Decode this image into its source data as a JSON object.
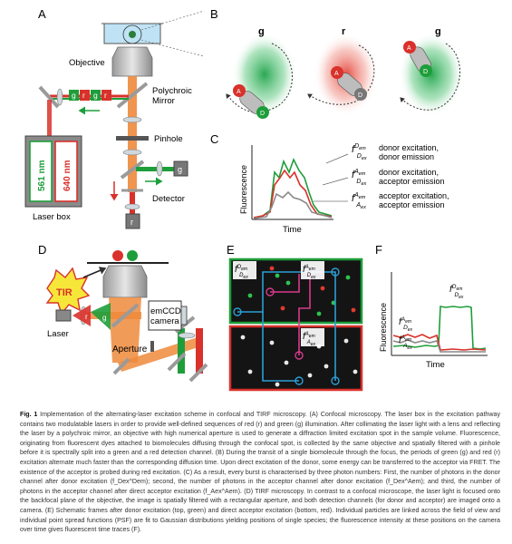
{
  "panels": {
    "A": {
      "letter": "A",
      "objective": "Objective",
      "polychroic": "Polychroic",
      "mirror": "Mirror",
      "pinhole": "Pinhole",
      "detector": "Detector",
      "laser_box": "Laser box",
      "laser_green": "561 nm",
      "laser_red": "640 nm",
      "pulse_g": "g",
      "pulse_r": "r",
      "det_g": "g",
      "det_r": "r"
    },
    "B": {
      "letter": "B",
      "frame1": "g",
      "frame2": "r",
      "frame3": "g",
      "acceptor": "A",
      "donor": "D"
    },
    "C": {
      "letter": "C",
      "ylabel": "Fluorescence",
      "xlabel": "Time",
      "legend": [
        {
          "sym": "f",
          "sup": "D",
          "supsub": "em",
          "sub": "D",
          "subsub": "ex",
          "line1": "donor excitation,",
          "line2": "donor emission"
        },
        {
          "sym": "f",
          "sup": "A",
          "supsub": "em",
          "sub": "D",
          "subsub": "ex",
          "line1": "donor excitation,",
          "line2": "acceptor emission"
        },
        {
          "sym": "f",
          "sup": "A",
          "supsub": "em",
          "sub": "A",
          "subsub": "ex",
          "line1": "acceptor excitation,",
          "line2": "acceptor emission"
        }
      ]
    },
    "D": {
      "letter": "D",
      "tir": "TIR",
      "laser": "Laser",
      "camera1": "emCCD",
      "camera2": "camera",
      "aperture": "Aperture",
      "pulse_r": "r",
      "pulse_g": "g"
    },
    "E": {
      "letter": "E",
      "lbl1": {
        "sym": "f",
        "sup": "D",
        "supsub": "em",
        "sub": "D",
        "subsub": "ex"
      },
      "lbl2": {
        "sym": "f",
        "sup": "A",
        "supsub": "em",
        "sub": "D",
        "subsub": "ex"
      },
      "lbl3": {
        "sym": "f",
        "sup": "A",
        "supsub": "em",
        "sub": "A",
        "subsub": "ex"
      }
    },
    "F": {
      "letter": "F",
      "ylabel": "Fluorescence",
      "xlabel": "Time",
      "lbl_dd": {
        "sym": "f",
        "sup": "D",
        "supsub": "em",
        "sub": "D",
        "subsub": "ex"
      },
      "lbl_da": {
        "sym": "f",
        "sup": "A",
        "supsub": "em",
        "sub": "D",
        "subsub": "ex"
      },
      "lbl_aa": {
        "sym": "f",
        "sup": "A",
        "supsub": "em",
        "sub": "A",
        "subsub": "ex"
      }
    }
  },
  "caption": {
    "label": "Fig. 1",
    "text": "Implementation of the alternating-laser excitation scheme in confocal and TIRF microscopy. (A) Confocal microscopy. The laser box in the excitation pathway contains two modulatable lasers in order to provide well-defined sequences of red (r) and green (g) illumination. After collimating the laser light with a lens and reflecting the laser by a polychroic mirror, an objective with high numerical aperture is used to generate a diffraction limited excitation spot in the sample volume. Fluorescence, originating from fluorescent dyes attached to biomolecules diffusing through the confocal spot, is collected by the same objective and spatially filtered with a pinhole before it is spectrally split into a green and a red detection channel. (B) During the transit of a single biomolecule through the focus, the periods of green (g) and red (r) excitation alternate much faster than the corresponding diffusion time. Upon direct excitation of the donor, some energy can be transferred to the acceptor via FRET. The existence of the acceptor is probed during red excitation. (C) As a result, every burst is characterised by three photon numbers: First, the number of photons in the donor channel after donor excitation (f_Dex^Dem); second, the number of photons in the acceptor channel after donor excitation (f_Dex^Aem); and third, the number of photons in the acceptor channel after direct acceptor excitation (f_Aex^Aem). (D) TIRF microscopy. In contrast to a confocal microscope, the laser light is focused onto the backfocal plane of the objective, the image is spatially filtered with a rectangular aperture, and both detection channels (for donor and acceptor) are imaged onto a camera. (E) Schematic frames after donor excitation (top, green) and direct acceptor excitation (bottom, red). Individual particles are linked across the field of view and individual point spread functions (PSF) are fit to Gaussian distributions yielding positions of single species; the fluorescence intensity at these positions on the camera over time gives fluorescent time traces (F)."
  },
  "colors": {
    "green": "#1e9e3a",
    "red": "#d9312b",
    "orange": "#e8772e",
    "cyan": "#2a9fd6",
    "magenta": "#d9398c",
    "gray": "#8a8a8a",
    "beam": "#ee8a3c"
  }
}
